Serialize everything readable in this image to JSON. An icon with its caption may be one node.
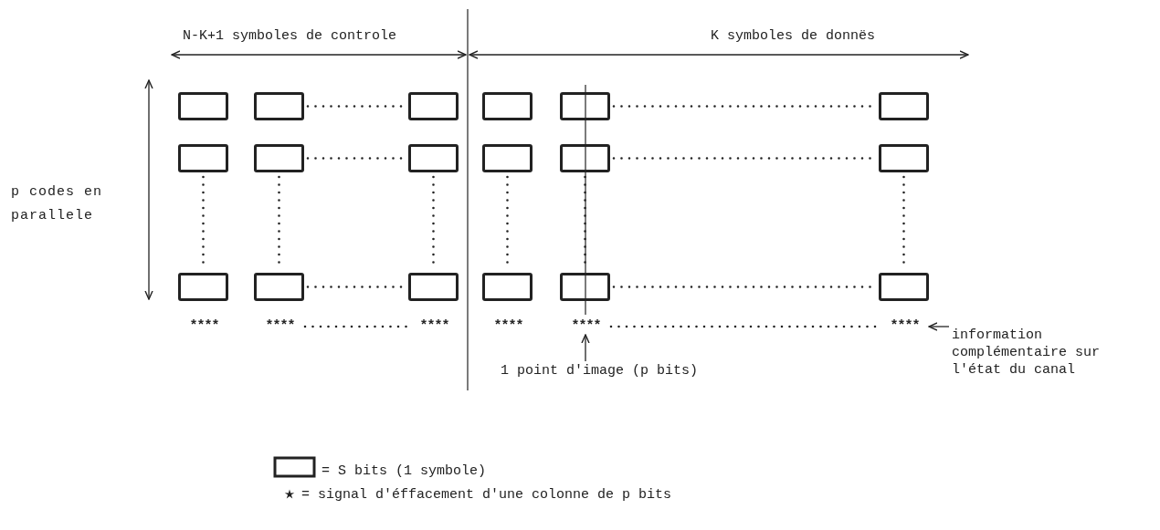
{
  "diagram": {
    "nodes": [
      {
        "text": [],
        "shape": "box"
      },
      {
        "text": [],
        "shape": "box"
      },
      {
        "text": [],
        "shape": "box"
      },
      {
        "text": [],
        "shape": "box"
      },
      {
        "text": [],
        "shape": "box"
      },
      {
        "text": [],
        "shape": "box"
      },
      {
        "text": [],
        "shape": "box"
      },
      {
        "text": [],
        "shape": "box"
      },
      {
        "text": [],
        "shape": "box"
      },
      {
        "text": [],
        "shape": "box"
      },
      {
        "text": [],
        "shape": "box"
      },
      {
        "text": [],
        "shape": "box"
      },
      {
        "text": [],
        "shape": "box"
      },
      {
        "text": [],
        "shape": "box"
      },
      {
        "text": [],
        "shape": "box"
      },
      {
        "text": [],
        "shape": "box"
      },
      {
        "text": [],
        "shape": "box"
      },
      {
        "text": [],
        "shape": "box"
      },
      {
        "text": [
          "****"
        ]
      },
      {
        "text": [
          "****"
        ]
      },
      {
        "text": [
          "****"
        ]
      },
      {
        "text": [
          "****"
        ]
      },
      {
        "text": [
          "****"
        ]
      },
      {
        "text": [
          "****"
        ]
      },
      {
        "text": [
          "1 point d'image (p bits)"
        ]
      },
      {
        "text": [
          "information complémentaire sur l'état du canal"
        ]
      }
    ],
    "edges": [
      {
        "from": 1,
        "to": 2,
        "arrow": "none",
        "style": "dashed"
      },
      {
        "from": 4,
        "to": 5,
        "arrow": "none",
        "style": "dashed"
      },
      {
        "from": 7,
        "to": 8,
        "arrow": "none",
        "style": "dashed"
      },
      {
        "from": 10,
        "to": 11,
        "arrow": "none",
        "style": "dashed"
      },
      {
        "from": 13,
        "to": 14,
        "arrow": "none",
        "style": "dashed"
      },
      {
        "from": 16,
        "to": 17,
        "arrow": "none",
        "style": "dashed"
      },
      {
        "from": 6,
        "to": 12,
        "arrow": "none",
        "style": "dashed"
      },
      {
        "from": 7,
        "to": 13,
        "arrow": "none",
        "style": "dashed"
      },
      {
        "from": 8,
        "to": 14,
        "arrow": "none",
        "style": "dashed"
      },
      {
        "from": 9,
        "to": 15,
        "arrow": "none",
        "style": "dashed"
      },
      {
        "from": 10,
        "to": 16,
        "arrow": "none",
        "style": "dashed"
      },
      {
        "from": 11,
        "to": 17,
        "arrow": "none",
        "style": "dashed"
      },
      {
        "from": 19,
        "to": 20,
        "arrow": "none",
        "style": "dashed"
      },
      {
        "from": 22,
        "to": 23,
        "arrow": "none",
        "style": "dashed"
      },
      {
        "from": 24,
        "to": 22,
        "arrow": "to"
      },
      {
        "from": 25,
        "to": 23,
        "arrow": "to"
      }
    ],
    "labels": [
      "N-K+1 symboles de controle",
      "K symboles de donnës",
      "p codes en parallele"
    ],
    "legend": [
      {
        "text": "= S bits (1 symbole)"
      },
      {
        "text": "= signal d'éffacement d'une colonne de p bits"
      }
    ]
  }
}
